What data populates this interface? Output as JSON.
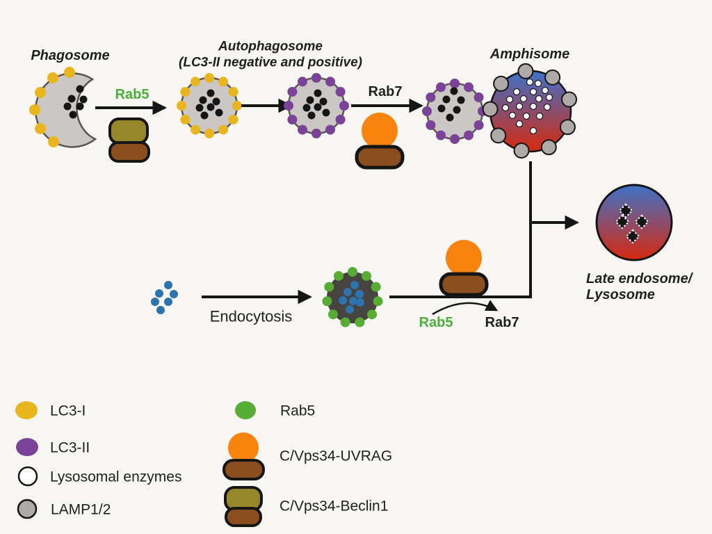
{
  "colors": {
    "bg": "#f7f6f3",
    "ink": "#151515",
    "text": "#1f1f1f",
    "lc3i_yellow": "#e9b51f",
    "lc3ii_purple": "#7b4397",
    "rab5_green": "#57ad33",
    "rab5_text_green": "#4aae3a",
    "orange": "#f8830f",
    "brown": "#8a4e1f",
    "olive": "#97872b",
    "vesicle_gray": "#cac7c5",
    "vesicle_stroke": "#58554f",
    "endosome_dark": "#474340",
    "cargo_blue": "#2d73ae",
    "lamp_gray": "#aeaaa7",
    "enzyme_white": "#ffffff",
    "pink": "#f26cb4",
    "grad_blue": "#3e72c9",
    "grad_red": "#d8290f"
  },
  "pathway": {
    "phagosome_label": "Phagosome",
    "autophagosome_label_line1": "Autophagosome",
    "autophagosome_label_line2": "(LC3-II  negative and positive)",
    "amphisome_label": "Amphisome",
    "late_endosome_label_line1": "Late endosome/",
    "late_endosome_label_line2": "Lysosome",
    "rab5_arrow_label": "Rab5",
    "rab7_arrow_label": "Rab7",
    "endocytosis_label": "Endocytosis",
    "rab_conversion": {
      "from": "Rab5",
      "to": "Rab7"
    }
  },
  "legend": {
    "items": [
      {
        "label": "LC3-I",
        "swatch": "yellow-circle"
      },
      {
        "label": "LC3-II",
        "swatch": "purple-circle"
      },
      {
        "label": "Lysosomal enzymes",
        "swatch": "white-circle"
      },
      {
        "label": "LAMP1/2",
        "swatch": "gray-circle"
      },
      {
        "label": "Rab5",
        "swatch": "green-circle"
      },
      {
        "label": "C/Vps34-UVRAG",
        "swatch": "orange-circle-on-brown-capsule"
      },
      {
        "label": "C/Vps34-Beclin1",
        "swatch": "olive-capsule-on-brown-capsule"
      }
    ]
  }
}
